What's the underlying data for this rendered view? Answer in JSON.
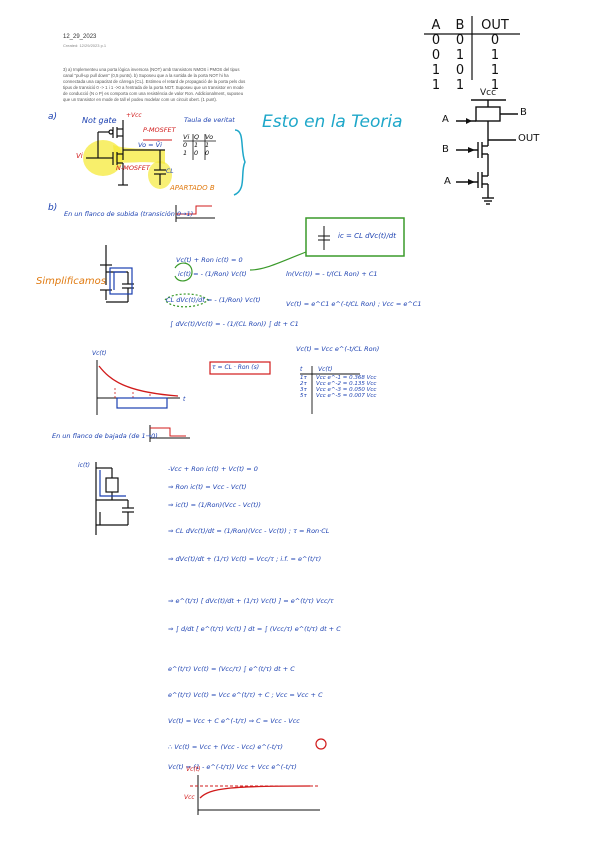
{
  "header": {
    "date": "12_29_2023",
    "meta": "Created: 12/29/2023   p.1"
  },
  "question": {
    "lines": [
      "3) a) Implementeu una porta lògica inversora (NOT) amb transistors NMOS i PMOS del tipus",
      "canal \"pull-up pull down\" (0,5 punts). b) Suposeu que a la sortida de la porta NOT hi ha",
      "connectada una capacitat de càrrega (CL). Estimeu el retard de propagació de la porta pels dos",
      "tipus de transició 0 -> 1 i 1 ->0 a l'entrada de la porta NOT. Suposeu que un transistor en mode",
      "de conducció (N o P) es comporta com una resistència de valor Ron. Addicionalment, suposeu",
      "que un transistor en mode de tall el podeu modelar com un circuit obert. (1 punt)."
    ]
  },
  "truth_table": {
    "headers": [
      "A",
      "B",
      "OUT"
    ],
    "rows": [
      [
        "0",
        "0",
        "0"
      ],
      [
        "0",
        "1",
        "1"
      ],
      [
        "1",
        "0",
        "1"
      ],
      [
        "1",
        "1",
        "1"
      ]
    ]
  },
  "or_gate_diagram": {
    "vcc": "Vcc",
    "a": "A",
    "b": "B",
    "out": "OUT"
  },
  "part_a": {
    "label": "a)",
    "title": "Not gate",
    "vcc": "+Vcc",
    "pmos": "P-MOSFET",
    "nmos": "N-MOSFET",
    "vi": "Vi",
    "vo": "Vo = V̄i",
    "cl": "CL",
    "section_b": "APARTADO B",
    "tabla_title": "Taula de veritat",
    "tabla_headers": [
      "Vi",
      "Q",
      "Vo"
    ],
    "tabla_rows": [
      [
        "0",
        "1",
        "1"
      ],
      [
        "1",
        "0",
        "0"
      ]
    ],
    "teoria": "Esto en la Teoria"
  },
  "part_b": {
    "label": "b)",
    "trans1": "En un flanco de subida (transición 0→1)",
    "simplificamos": "Simplificamos",
    "kvl": "Vc(t) + Ron ic(t) = 0",
    "ic_eq": "ic(t) = - (1/Ron) Vc(t)",
    "cl_eq": "CL dVc(t)/dt = - (1/Ron) Vc(t)",
    "int_eq": "∫ dVc(t)/Vc(t) = - (1/(CL Ron)) ∫ dt + C1",
    "ln_eq": "ln(Vc(t)) = - t/(CL Ron) + C1",
    "vc_exp": "Vc(t) = e^C1 e^(-t/CL Ron) ; Vcc = e^C1",
    "vc_final": "Vc(t) = Vcc e^(-t/CL Ron)",
    "cap_eq": "ic = CL dVc(t)/dt",
    "tau": "τ = CL · Ron (s)",
    "tab_headers": [
      "t",
      "Vc(t)"
    ],
    "tab_rows": [
      [
        "1τ",
        "Vcc e^-1 = 0.368 Vcc"
      ],
      [
        "2τ",
        "Vcc e^-2 = 0.135 Vcc"
      ],
      [
        "3τ",
        "Vcc e^-3 = 0.050 Vcc"
      ],
      [
        "5τ",
        "Vcc e^-5 = 0.007 Vcc"
      ]
    ],
    "plot_ylabel": "Vc(t)",
    "plot_xlabel": "t"
  },
  "part_c": {
    "trans2": "En un flanco de bajada (de 1→0)",
    "ic_label": "ic(t)",
    "lines": [
      "-Vcc + Ron ic(t) + Vc(t) = 0",
      "⇒ Ron ic(t) = Vcc - Vc(t)",
      "⇒ ic(t) = (1/Ron)(Vcc - Vc(t))",
      "⇒ CL dVc(t)/dt = (1/Ron)(Vcc - Vc(t)) ; τ = Ron·CL",
      "⇒ dVc(t)/dt + (1/τ) Vc(t) = Vcc/τ ; i.f. = e^(t/τ)",
      "⇒ e^(t/τ) [ dVc(t)/dt + (1/τ) Vc(t) ] = e^(t/τ) Vcc/τ",
      "⇒ ∫ d/dt [ e^(t/τ) Vc(t) ] dt = ∫ (Vcc/τ) e^(t/τ) dt + C",
      "e^(t/τ) Vc(t) = (Vcc/τ) ∫ e^(t/τ) dt + C",
      "e^(t/τ) Vc(t) = Vcc e^(t/τ) + C ;  Vcc = Vcc + C",
      "Vc(t) = Vcc + C e^(-t/τ)        ⇒ C = Vcc - Vcc",
      "∴ Vc(t) = Vcc + (Vcc - Vcc) e^(-t/τ)",
      "Vc(t) = (1 - e^(-t/τ)) Vcc + Vcc e^(-t/τ)"
    ],
    "plot_ylabel": "Vc(t)",
    "plot_vcc": "Vcc"
  },
  "colors": {
    "ink_blue": "#1a3fb0",
    "ink_red": "#d11b1b",
    "ink_green": "#3a9a2a",
    "highlight": "#f5ea3a",
    "orange": "#e07a10",
    "cyan": "#1ea7c9"
  }
}
